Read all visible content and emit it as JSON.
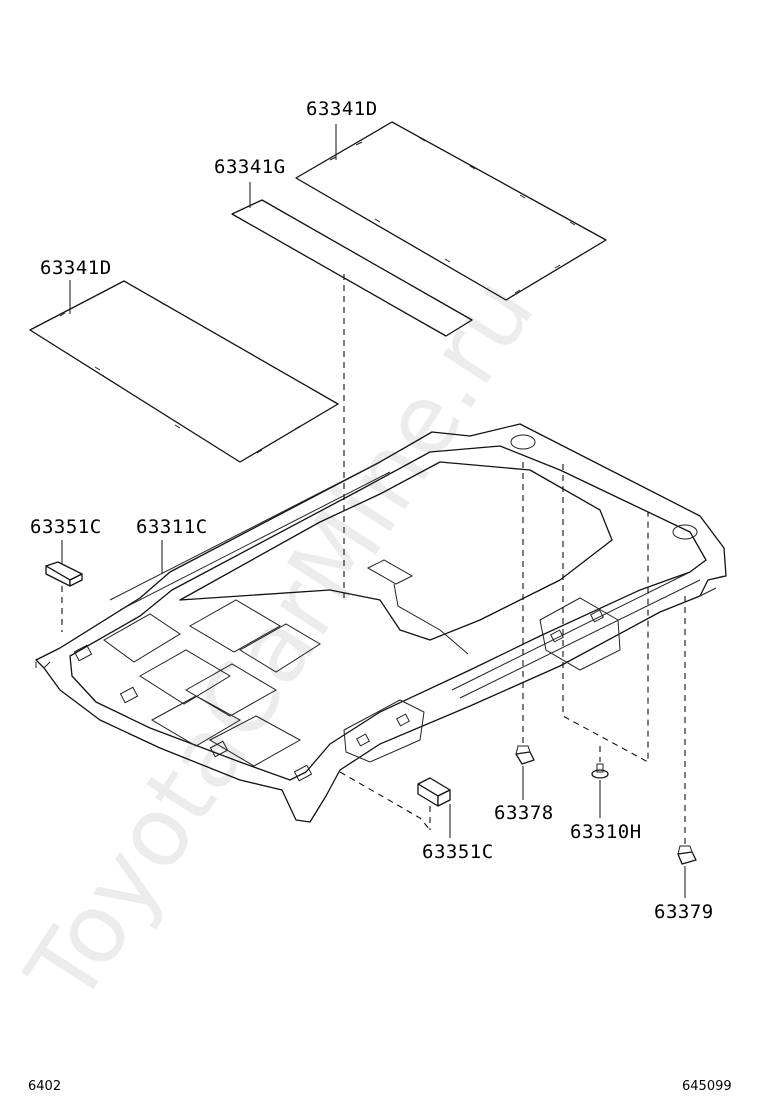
{
  "parts": {
    "top_right_pad": "63341D",
    "center_pad": "63341G",
    "left_pad": "63341D",
    "headliner": "63311C",
    "left_holder": "63351C",
    "right_holder": "63351C",
    "clip_a": "63378",
    "clip_b": "63310H",
    "clip_c": "63379"
  },
  "footer": {
    "left_code": "6402",
    "right_code": "645099"
  },
  "watermark": "ToyotaCarMine.ru"
}
